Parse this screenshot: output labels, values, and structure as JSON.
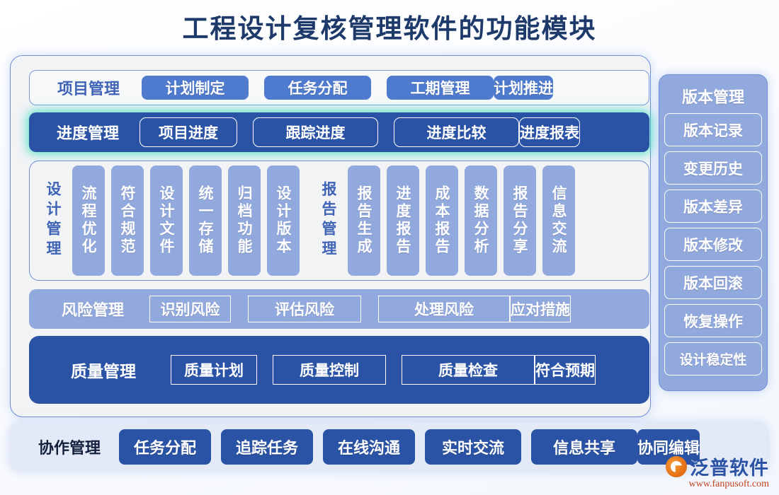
{
  "title": "工程设计复核管理软件的功能模块",
  "rows": {
    "project": {
      "label": "项目管理",
      "items": [
        "计划制定",
        "任务分配",
        "工期管理",
        "计划推进"
      ]
    },
    "progress": {
      "label": "进度管理",
      "items": [
        "项目进度",
        "跟踪进度",
        "进度比较",
        "进度报表"
      ]
    },
    "design": {
      "label": "设计管理",
      "items": [
        "流程优化",
        "符合规范",
        "设计文件",
        "统一存储",
        "归档功能",
        "设计版本"
      ]
    },
    "report": {
      "label": "报告管理",
      "items": [
        "报告生成",
        "进度报告",
        "成本报告",
        "数据分析",
        "报告分享",
        "信息交流"
      ]
    },
    "risk": {
      "label": "风险管理",
      "items": [
        "识别风险",
        "评估风险",
        "处理风险",
        "应对措施"
      ]
    },
    "quality": {
      "label": "质量管理",
      "items": [
        "质量计划",
        "质量控制",
        "质量检查",
        "符合预期"
      ]
    },
    "collab": {
      "label": "协作管理",
      "items": [
        "任务分配",
        "追踪任务",
        "在线沟通",
        "实时交流",
        "信息共享",
        "协同编辑"
      ]
    }
  },
  "sidebar": {
    "header": "版本管理",
    "items": [
      "版本记录",
      "变更历史",
      "版本差异",
      "版本修改",
      "版本回滚",
      "恢复操作",
      "设计稳定性"
    ]
  },
  "logo": {
    "name": "泛普软件",
    "url": "www.fanpusoft.com"
  },
  "colors": {
    "title": "#1d3a6b",
    "deep_blue": "#2a53a5",
    "mid_blue": "#4f7bce",
    "lavender": "#92a9dd",
    "panel_bg": "#f2f3f5",
    "collab_bg": "#e3e9f7",
    "glow_teal": "#2cdcbe",
    "logo_orange": "#e8751a",
    "logo_url_red": "#c0411f"
  }
}
